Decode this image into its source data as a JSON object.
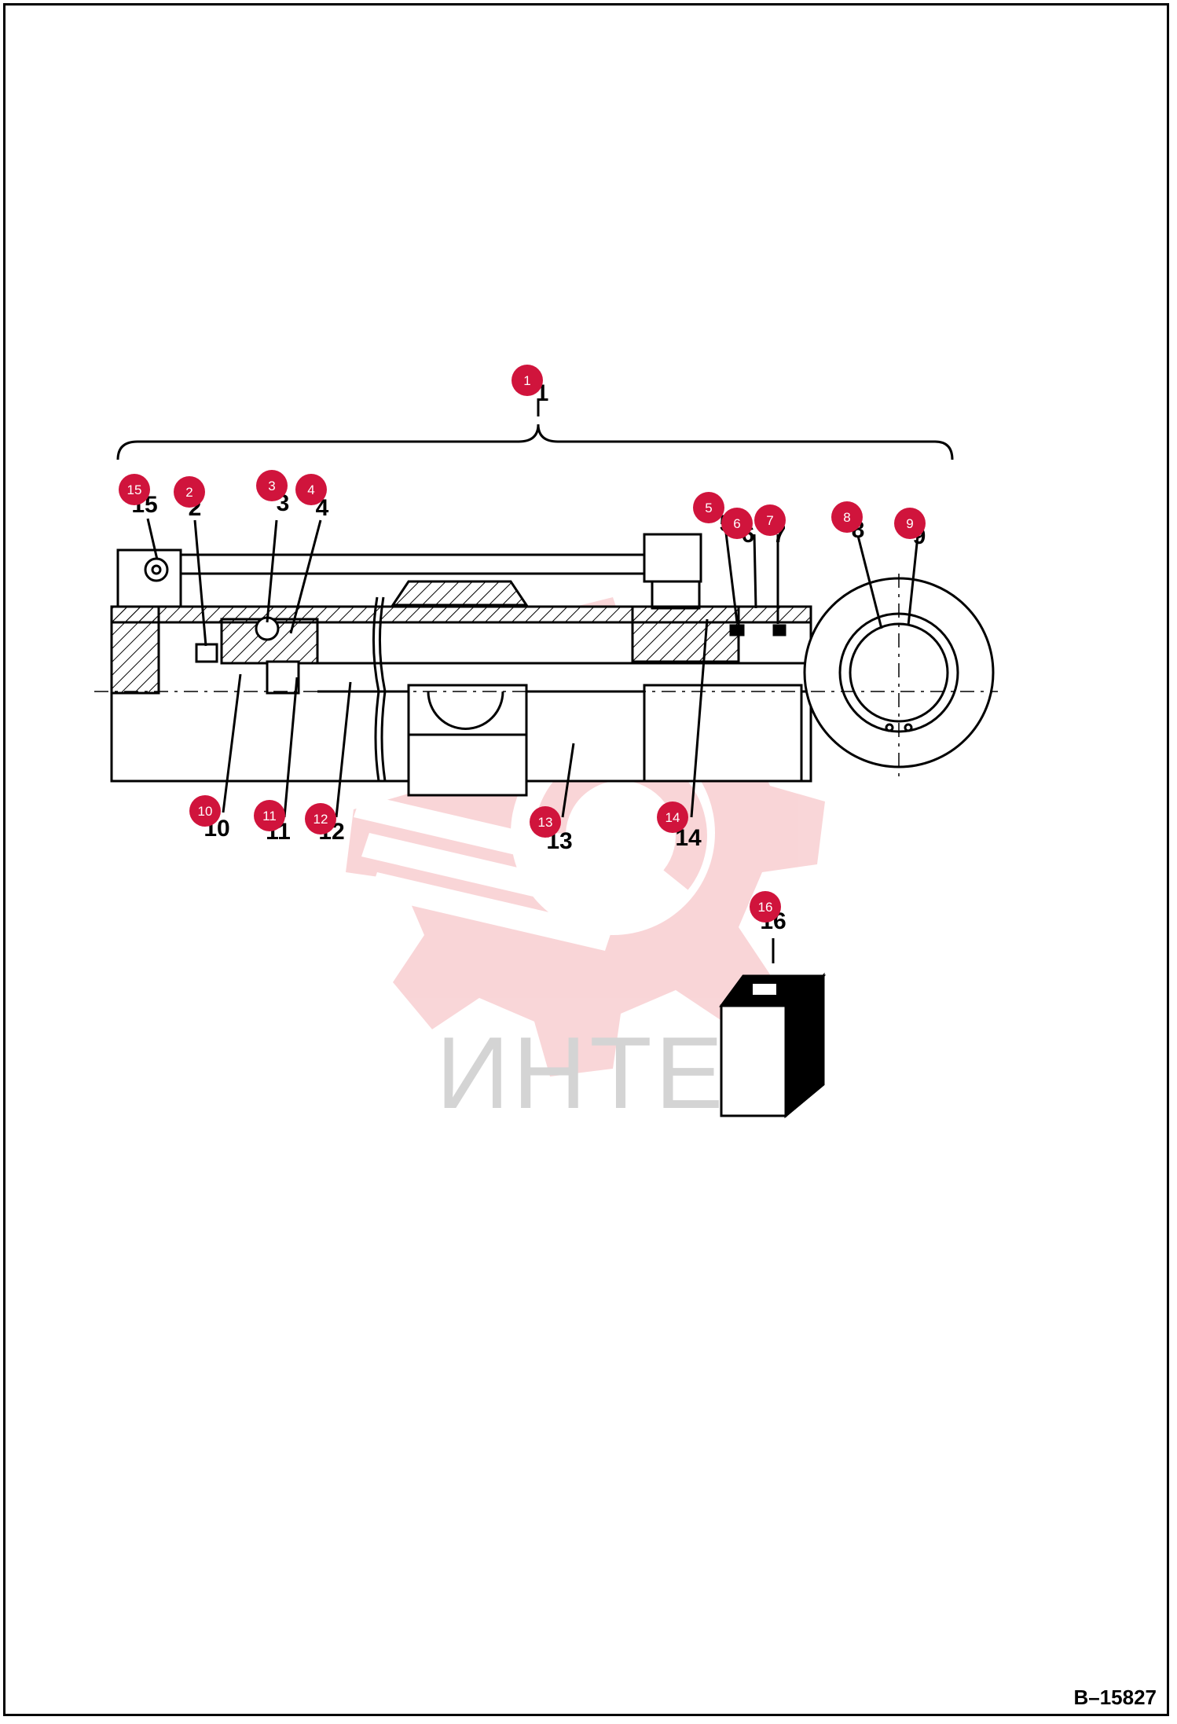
{
  "watermark": {
    "text": "ИНТЕХ",
    "color": "#f2c6c8"
  },
  "callouts": [
    {
      "n": "1",
      "label": "1"
    },
    {
      "n": "2",
      "label": "2"
    },
    {
      "n": "3",
      "label": "3"
    },
    {
      "n": "4",
      "label": "4"
    },
    {
      "n": "5",
      "label": "5"
    },
    {
      "n": "6",
      "label": "6"
    },
    {
      "n": "7",
      "label": "7"
    },
    {
      "n": "8",
      "label": "8"
    },
    {
      "n": "9",
      "label": "9"
    },
    {
      "n": "10",
      "label": "10"
    },
    {
      "n": "11",
      "label": "11"
    },
    {
      "n": "12",
      "label": "12"
    },
    {
      "n": "13",
      "label": "13"
    },
    {
      "n": "14",
      "label": "14"
    },
    {
      "n": "15",
      "label": "15"
    },
    {
      "n": "16",
      "label": "16"
    }
  ],
  "part_numbers": {
    "p1": "1",
    "p2": "2",
    "p3": "3",
    "p4": "4",
    "p5": "5",
    "p6": "6",
    "p7": "7",
    "p8": "8",
    "p9": "9",
    "p10": "10",
    "p11": "11",
    "p12": "12",
    "p13": "13",
    "p14": "14",
    "p15": "15",
    "p16": "16"
  },
  "callout_color": "#d0143c",
  "doc_code": "B–15827"
}
